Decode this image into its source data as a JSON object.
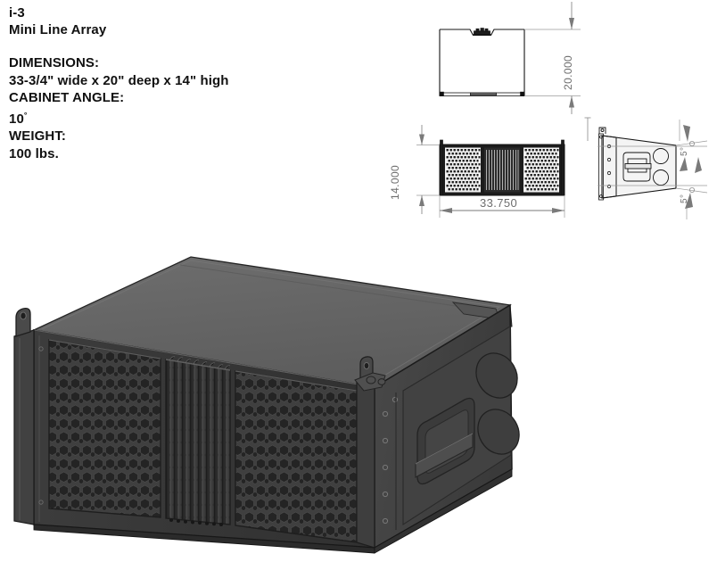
{
  "product": {
    "model": "i-3",
    "subtitle": "Mini Line Array"
  },
  "specs": {
    "dimensions_label": "DIMENSIONS:",
    "dimensions_value": "33-3/4\" wide x 20\" deep x 14\" high",
    "cabinet_angle_label": "CABINET ANGLE:",
    "cabinet_angle_value": "10",
    "cabinet_angle_unit": "°",
    "weight_label": "WEIGHT:",
    "weight_value": "100 lbs."
  },
  "drawings": {
    "top_view": {
      "name": "top-view",
      "depth_dimension": "20.000"
    },
    "front_view": {
      "name": "front-view",
      "height_dimension": "14.000",
      "width_dimension": "33.750"
    },
    "side_view": {
      "name": "side-view",
      "upper_angle": "5°",
      "lower_angle": "5°"
    }
  },
  "colors": {
    "cabinet_top": "#666666",
    "cabinet_face": "#3b3b3b",
    "cabinet_side": "#434343",
    "grille_cell": "#262626",
    "grille_web": "#3f3f3f",
    "waveguide_fin": "#2e2e2e",
    "outline": "#151515",
    "dimension_line": "#7a7a7a",
    "dimension_text": "#6d6d6d",
    "body_text": "#111111",
    "page_background": "#ffffff"
  }
}
